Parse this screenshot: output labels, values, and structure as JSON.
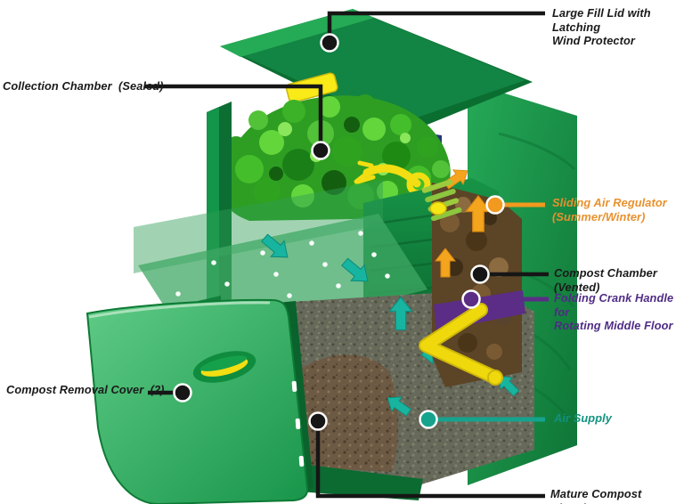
{
  "labels": {
    "large_fill_lid": {
      "text": "Large Fill Lid with Latching\nWind Protector",
      "color": "#1a1a1a"
    },
    "collection_chamber": {
      "text": "Collection Chamber  (Sealed)",
      "color": "#1a1a1a"
    },
    "sliding_air_regulator": {
      "text": "Sliding Air Regulator\n(Summer/Winter)",
      "color": "#e8912d"
    },
    "compost_chamber": {
      "text": "Compost Chamber  (Vented)",
      "color": "#1a1a1a"
    },
    "folding_crank_handle": {
      "text": "Folding Crank Handle for\nRotating Middle Floor",
      "color": "#4f2c85"
    },
    "compost_removal_cover": {
      "text": "Compost Removal Cover  (2)",
      "color": "#1a1a1a"
    },
    "air_supply": {
      "text": "Air Supply",
      "color": "#12917f"
    },
    "mature_compost_chamber": {
      "text": "Mature Compost Chamber",
      "color": "#1a1a1a"
    }
  },
  "colors": {
    "body_green": "#1fa04c",
    "dark_green": "#0c6e33",
    "accent_yellow": "#f5e614",
    "callout_black": "#161616",
    "callout_orange": "#f2991f",
    "callout_purple": "#5b2d87",
    "callout_teal": "#16a38e",
    "airflow_teal": "#17b5a0",
    "airflow_orange": "#f4a41d",
    "compost_brown": "#6b4f2e",
    "mature_grey": "#67695a",
    "background": "#ffffff"
  }
}
